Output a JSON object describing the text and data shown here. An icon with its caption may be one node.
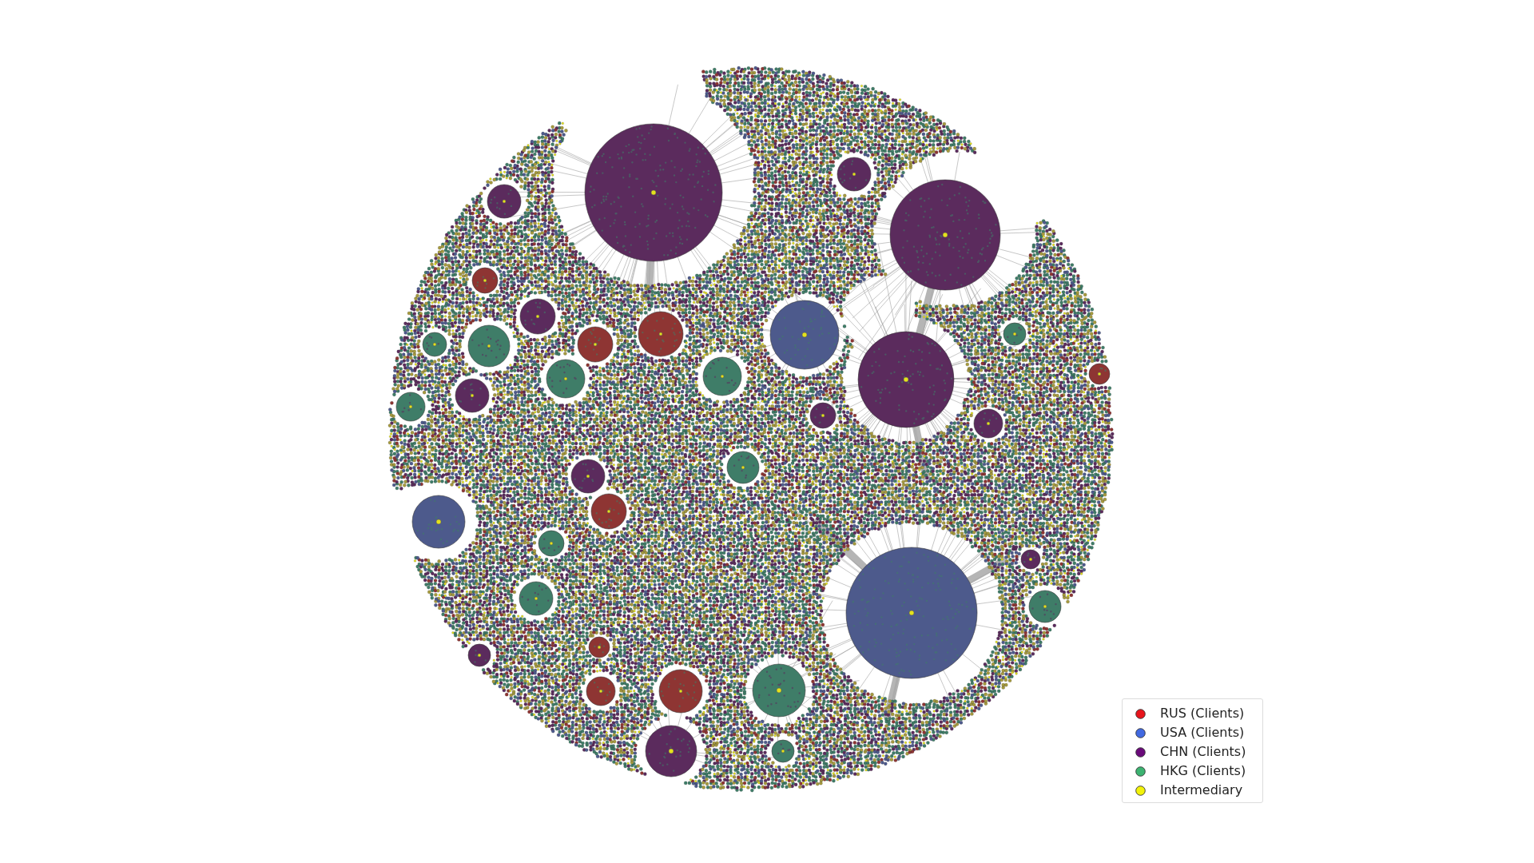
{
  "diagram": {
    "legend": [
      {
        "text": "RUS (Clients)",
        "color": "#e8141c"
      },
      {
        "text": "USA (Clients)",
        "color": "#4169e1"
      },
      {
        "text": "CHN (Clients)",
        "color": "#6a0a7a"
      },
      {
        "text": "HKG (Clients)",
        "color": "#3cb371"
      },
      {
        "text": "Intermediary",
        "color": "#f2f20a"
      }
    ]
  }
}
